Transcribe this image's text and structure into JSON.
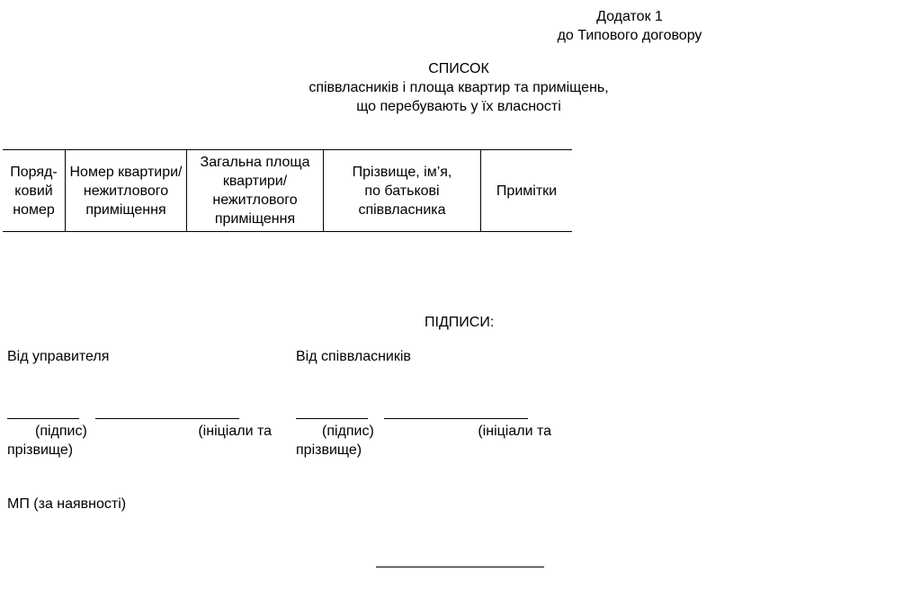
{
  "appendix": {
    "line1": "Додаток 1",
    "line2": "до Типового договору"
  },
  "list_heading": {
    "title": "СПИСОК",
    "subtitle_line1": "співвласників і площа квартир та приміщень,",
    "subtitle_line2": "що перебувають у їх власності"
  },
  "table": {
    "headers": [
      "Поряд-\nковий\nномер",
      "Номер квартири/\nнежитлового\nприміщення",
      "Загальна площа\nквартири/\nнежитлового\nприміщення",
      "Прізвище, ім’я,\nпо батькові\nспіввласника",
      "Примітки"
    ]
  },
  "signatures": {
    "title": "ПІДПИСИ:",
    "manager": {
      "label": "Від управителя",
      "signature_caption": "(підпис)",
      "name_caption": "(ініціали та",
      "name_caption_cont": "прізвище)"
    },
    "owners": {
      "label": "Від співвласників",
      "signature_caption": "(підпис)",
      "name_caption": "(ініціали та",
      "name_caption_cont": "прізвище)"
    },
    "seal_note": "МП (за наявності)"
  }
}
